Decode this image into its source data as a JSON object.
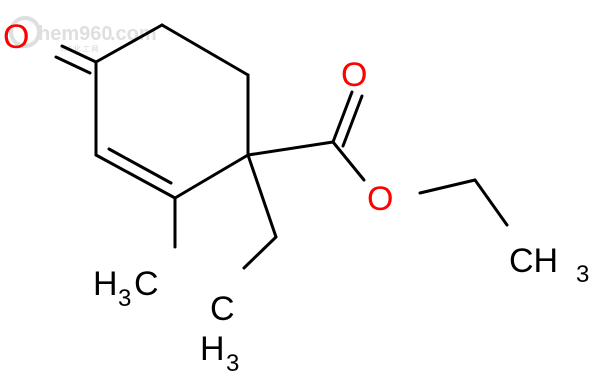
{
  "molecule": {
    "atoms": {
      "ketone_oxygen": "O",
      "carbonyl_oxygen": "O",
      "ester_oxygen": "O",
      "methyl_ring_c": "H",
      "methyl_ring_sub": "3",
      "methyl_ring_c2": "C",
      "ethyl_end_c": "CH",
      "ethyl_end_sub": "3",
      "ethyl_quat_h": "H",
      "ethyl_quat_sub": "3",
      "ethyl_quat_c": "C"
    },
    "colors": {
      "bond": "#000000",
      "oxygen": "#ff0000",
      "carbon_label": "#000000"
    }
  },
  "watermark": {
    "brand": "hem960",
    "brand_suffix": ".com",
    "tagline": "960 化 工 网",
    "brand_color": "#e9e9e9"
  }
}
